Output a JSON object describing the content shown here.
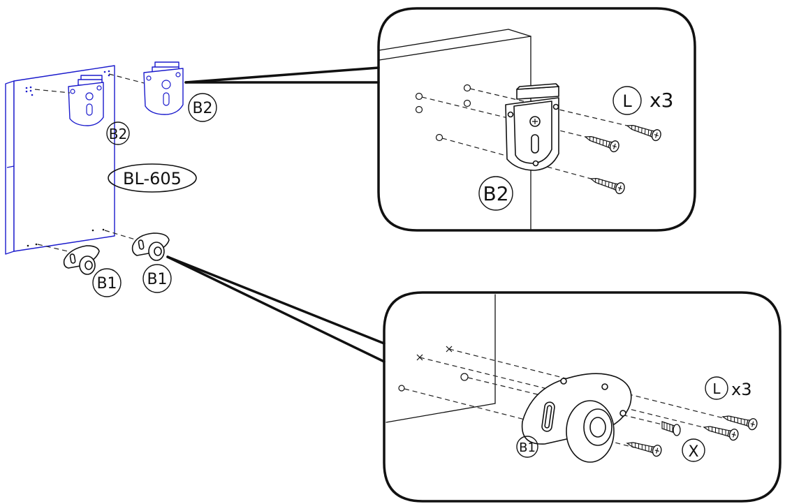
{
  "model_label": "BL-605",
  "labels": {
    "b2_panel": "B2",
    "b2_side": "B2",
    "b2_detail": "B2",
    "b1_left": "B1",
    "b1_right": "B1",
    "b1_detail": "B1",
    "x_screw": "X"
  },
  "screws": {
    "top": {
      "letter": "L",
      "count": "x3"
    },
    "bottom": {
      "letter": "L",
      "count": "x3"
    }
  },
  "colors": {
    "line": "#111111",
    "panel_blue": "#1a1acc"
  }
}
